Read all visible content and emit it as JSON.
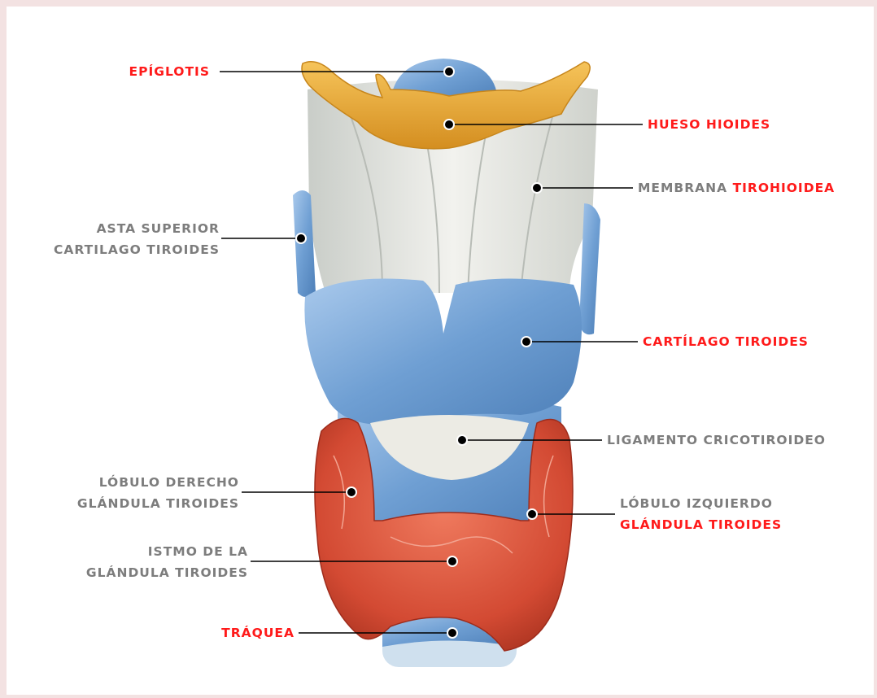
{
  "colors": {
    "highlight_label": "#ff1a1a",
    "plain_label": "#7d7d7d",
    "cartilage": "#7aa8d8",
    "hyoid": "#e8a83a",
    "thyroid_gland": "#d9523c",
    "membrane": "#e2e2dc",
    "background": "#f3e2e2"
  },
  "labels": {
    "epiglotis": "EPÍGLOTIS",
    "hueso_hioides": "HUESO HIOIDES",
    "membrana": "MEMBRANA",
    "tirohioidea": "TIROHIOIDEA",
    "asta_line1": "ASTA SUPERIOR",
    "asta_line2": "CARTILAGO TIROIDES",
    "cartilago_tiroides": "CARTÍLAGO TIROIDES",
    "ligamento": "LIGAMENTO CRICOTIROIDEO",
    "lobulo_der_line1": "LÓBULO DERECHO",
    "lobulo_der_line2": "GLÁNDULA TIROIDES",
    "lobulo_izq_line1": "LÓBULO IZQUIERDO",
    "lobulo_izq_line2": "GLÁNDULA TIROIDES",
    "istmo_line1": "ISTMO DE LA",
    "istmo_line2": "GLÁNDULA TIROIDES",
    "traquea": "TRÁQUEA"
  }
}
